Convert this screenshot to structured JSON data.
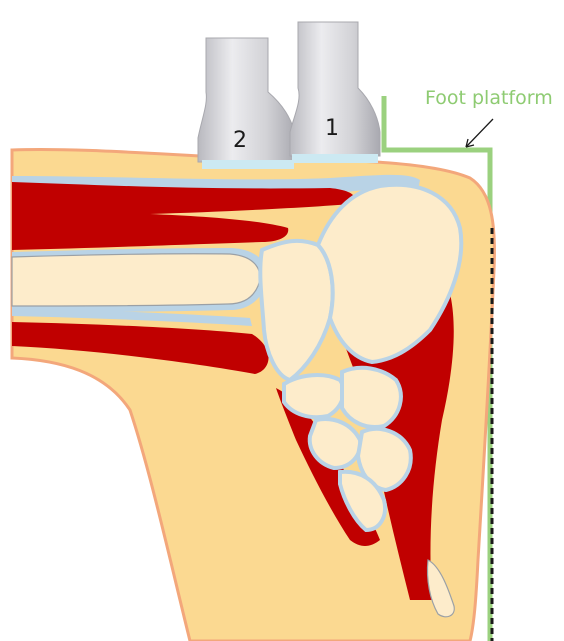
{
  "probes": [
    {
      "label": "2"
    },
    {
      "label": "1"
    }
  ],
  "callout": {
    "label": "Foot platform"
  },
  "colors": {
    "fat": "#fbd991",
    "fat_outline": "#f3a77b",
    "muscle": "#c00000",
    "bone": "#fdeccb",
    "cartilage": "#b9d3e6",
    "platform": "#9bd17f",
    "callout_text": "#8ecb72",
    "probe_body": "#d4d4d8",
    "probe_gel": "#cce9f2"
  }
}
